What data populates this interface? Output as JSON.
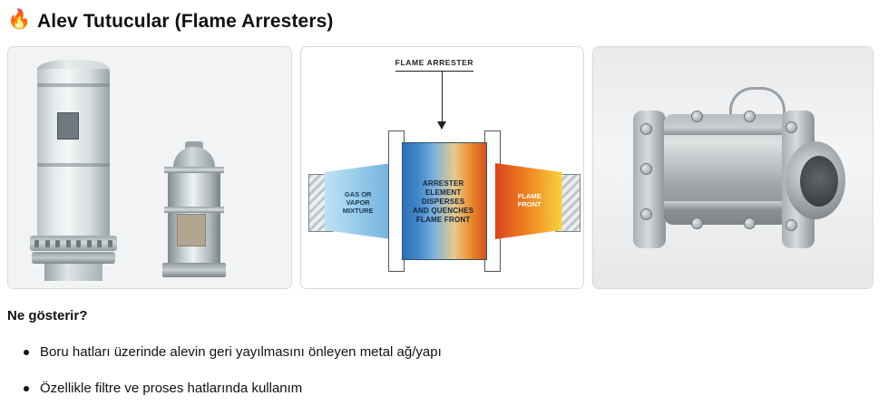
{
  "header": {
    "icon": "flame-icon",
    "icon_glyph": "🔥",
    "title": "Alev Tutucular (Flame Arresters)"
  },
  "gallery": {
    "items": [
      {
        "name": "deflagration-arrester-vessels-photo",
        "alt": "Two gray cylindrical flame arrester vessels with bolted flanges"
      },
      {
        "name": "flame-arrester-cutaway-diagram",
        "alt": "Cutaway diagram of a flame arrester between two pipes"
      },
      {
        "name": "inline-flame-arrester-photo",
        "alt": "Stainless steel in-line flame arrester with bolted housing"
      }
    ]
  },
  "diagram": {
    "top_label": "FLAME ARRESTER",
    "left_label_lines": [
      "GAS OR",
      "VAPOR",
      "MIXTURE"
    ],
    "center_label_lines": [
      "ARRESTER",
      "ELEMENT",
      "DISPERSES",
      "AND QUENCHES",
      "FLAME FRONT"
    ],
    "right_label_lines": [
      "FLAME",
      "FRONT"
    ],
    "colors": {
      "gas_side": "#6fb2dd",
      "flame_side": "#e8601c",
      "core_gradient_start": "#2e6fb7",
      "core_gradient_end": "#d1551c"
    }
  },
  "content": {
    "heading": "Ne gösterir?",
    "bullets": [
      "Boru hatları üzerinde alevin geri yayılmasını önleyen metal ağ/yapı",
      "Özellikle filtre ve proses hatlarında kullanım"
    ]
  }
}
